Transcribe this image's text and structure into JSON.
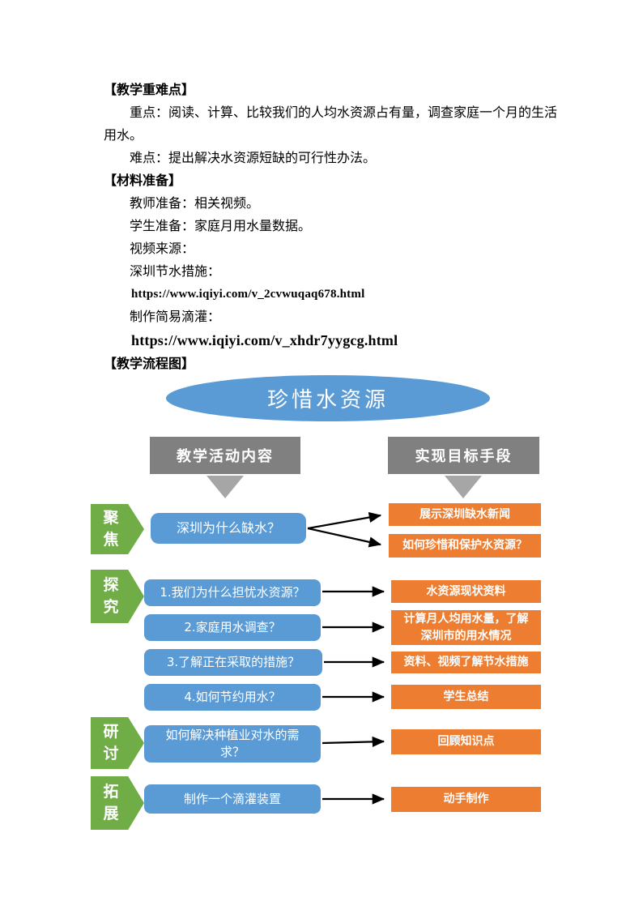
{
  "colors": {
    "blue": "#5B9BD5",
    "gray_header": "#808080",
    "gray_arrow": "#A6A6A6",
    "green": "#70AD47",
    "orange": "#ED7D31",
    "arrow_line": "#000000"
  },
  "doc": {
    "key_points": {
      "title": "【教学重难点】",
      "focus": "重点：阅读、计算、比较我们的人均水资源占有量，调查家庭一个月的生活用水。",
      "difficulty": "难点：提出解决水资源短缺的可行性办法。"
    },
    "materials": {
      "title": "【材料准备】",
      "teacher": "教师准备：相关视频。",
      "student": "学生准备：家庭月用水量数据。",
      "video_source_label": "视频来源：",
      "video1_label": "深圳节水措施：",
      "video1_url": "https://www.iqiyi.com/v_2cvwuqaq678.html",
      "video2_label": "制作简易滴灌：",
      "video2_url": "https://www.iqiyi.com/v_xhdr7yygcg.html"
    },
    "flowchart_section_title": "【教学流程图】"
  },
  "flowchart": {
    "title": "珍惜水资源",
    "left_column_header": "教学活动内容",
    "right_column_header": "实现目标手段",
    "stages": [
      "聚焦",
      "探究",
      "研讨",
      "拓展"
    ],
    "activities": [
      "深圳为什么缺水？",
      "1.我们为什么担忧水资源？",
      "2.家庭用水调查？",
      "3.了解正在采取的措施？",
      "4.如何节约用水？",
      "如何解决种植业对水的需求？",
      "制作一个滴灌装置"
    ],
    "targets": [
      "展示深圳缺水新闻",
      "如何珍惜和保护水资源？",
      "水资源现状资料",
      "计算月人均用水量，了解深圳市的用水情况",
      "资料、视频了解节水措施",
      "学生总结",
      "回顾知识点",
      "动手制作"
    ]
  }
}
